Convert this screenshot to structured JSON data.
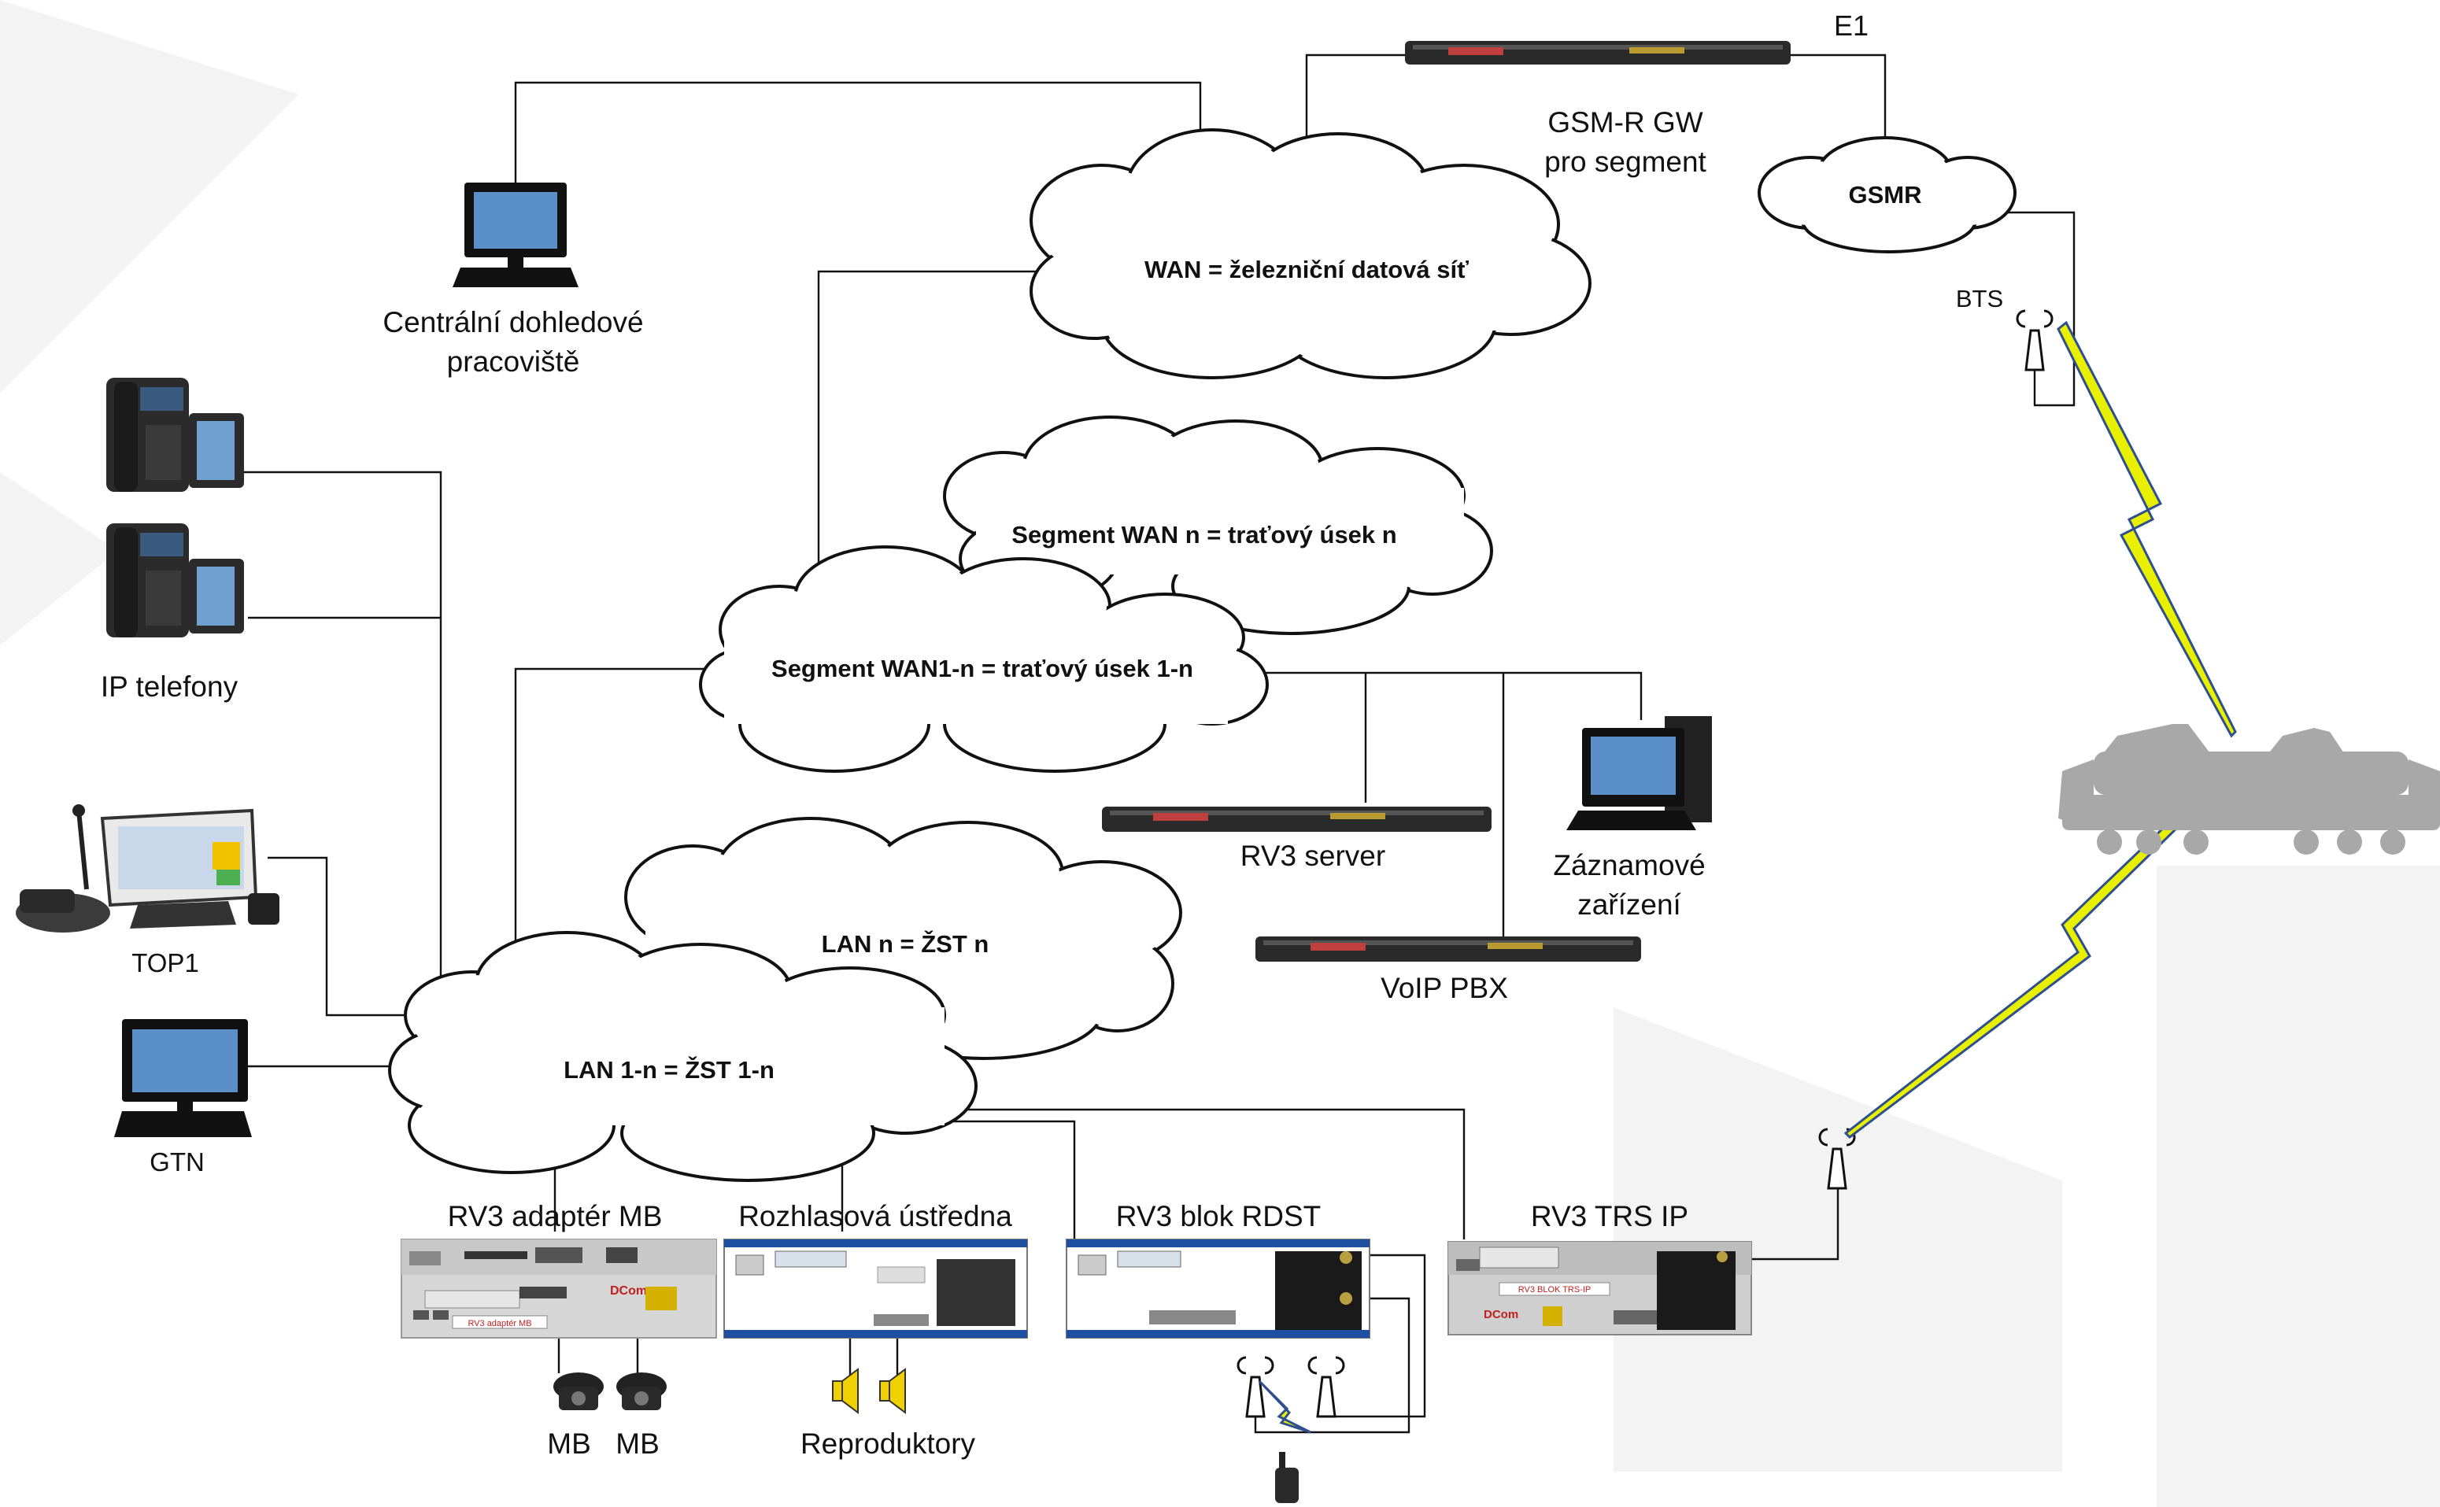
{
  "clouds": {
    "wan": "WAN = železniční datová síť",
    "gsmr": "GSMR",
    "segment_n": "Segment WAN n = traťový úsek n",
    "segment_1n": "Segment WAN1-n = traťový úsek 1-n",
    "lan_n": "LAN n = ŽST n",
    "lan_1n": "LAN 1-n = ŽST 1-n"
  },
  "labels": {
    "e1": "E1",
    "gsmr_gw_line1": "GSM-R GW",
    "gsmr_gw_line2": "pro segment",
    "bts": "BTS",
    "central_line1": "Centrální dohledové",
    "central_line2": "pracoviště",
    "ip_phones": "IP telefony",
    "top1": "TOP1",
    "gtn": "GTN",
    "rv3_server": "RV3 server",
    "recorder_line1": "Záznamové",
    "recorder_line2": "zařízení",
    "voip_pbx": "VoIP PBX",
    "rv3_adapter_mb": "RV3 adaptér MB",
    "pa_central": "Rozhlasová ústředna",
    "rv3_rdst": "RV3 blok RDST",
    "rv3_trs_ip": "RV3 TRS IP",
    "mb1": "MB",
    "mb2": "MB",
    "speakers": "Reproduktory"
  },
  "device_plates": {
    "adapter_mb": "RV3 adaptér MB",
    "trs_ip": "RV3 BLOK TRS-IP",
    "brand": "DCom"
  },
  "colors": {
    "monitor_screen": "#5b8fc9",
    "device_body": "#d6d6d6",
    "rack_body": "#2a2a2a",
    "lightning_fill": "#e8f000",
    "lightning_edge": "#2f4f8f",
    "loco": "#a8a8a8",
    "speaker": "#f0d000"
  }
}
